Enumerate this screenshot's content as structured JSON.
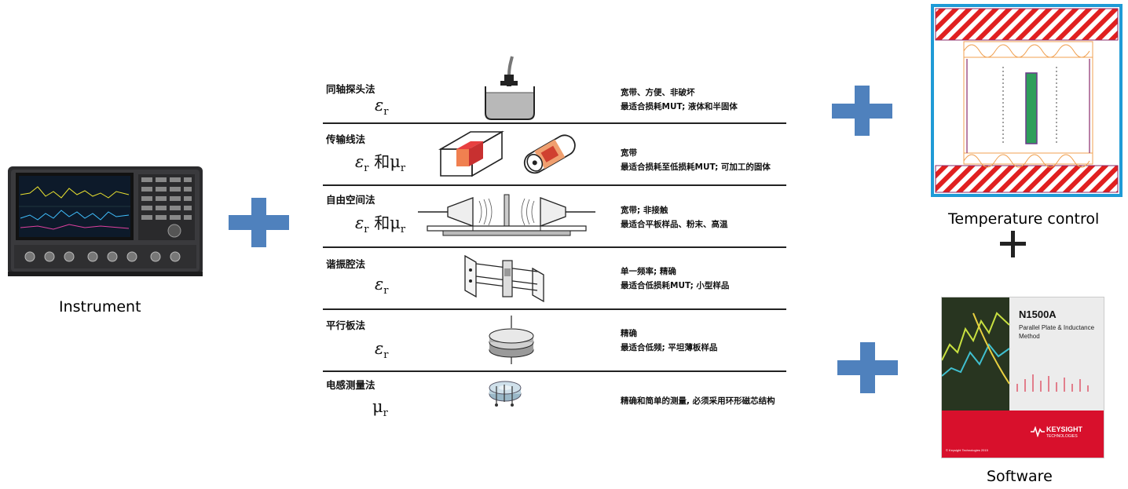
{
  "captions": {
    "instrument": "Instrument",
    "temperature": "Temperature control",
    "software": "Software"
  },
  "methods": [
    {
      "title": "同轴探头法",
      "symbol_main": "ε",
      "symbol_sub": "r",
      "symbol_and": "",
      "symbol_mu": "",
      "symbol_mu_sub": "",
      "desc1": "宽带、方便、非破坏",
      "desc2": "最适合损耗MUT; 液体和半固体"
    },
    {
      "title": "传输线法",
      "symbol_main": "ε",
      "symbol_sub": "r",
      "symbol_and": "和",
      "symbol_mu": "μ",
      "symbol_mu_sub": "r",
      "desc1": "宽带",
      "desc2": "最适合损耗至低损耗MUT; 可加工的固体"
    },
    {
      "title": "自由空间法",
      "symbol_main": "ε",
      "symbol_sub": "r",
      "symbol_and": "和",
      "symbol_mu": "μ",
      "symbol_mu_sub": "r",
      "desc1": "宽带; 非接触",
      "desc2": "最适合平板样品、粉末、高温"
    },
    {
      "title": "谐振腔法",
      "symbol_main": "ε",
      "symbol_sub": "r",
      "symbol_and": "",
      "symbol_mu": "",
      "symbol_mu_sub": "",
      "desc1": "单一频率; 精确",
      "desc2": "最适合低损耗MUT; 小型样品"
    },
    {
      "title": "平行板法",
      "symbol_main": "ε",
      "symbol_sub": "r",
      "symbol_and": "",
      "symbol_mu": "",
      "symbol_mu_sub": "",
      "desc1": "精确",
      "desc2": "最适合低频; 平坦薄板样品"
    },
    {
      "title": "电感测量法",
      "symbol_main": "μ",
      "symbol_sub": "r",
      "symbol_and": "",
      "symbol_mu": "",
      "symbol_mu_sub": "",
      "desc1": "精确和简单的测量, 必须采用环形磁芯结构",
      "desc2": ""
    }
  ],
  "software_box": {
    "product": "N1500A",
    "subtitle1": "Parallel Plate & Inductance",
    "subtitle2": "Method",
    "brand": "KEYSIGHT",
    "brand_sub": "TECHNOLOGIES",
    "copyright": "© Keysight Technologies 2015"
  },
  "colors": {
    "plus": "#4f81bd",
    "chamber_border": "#1f9bd6",
    "hatch": "#e02020",
    "cable": "#f0a050",
    "sample": "#2e9e5b",
    "software_red": "#d8102c"
  }
}
